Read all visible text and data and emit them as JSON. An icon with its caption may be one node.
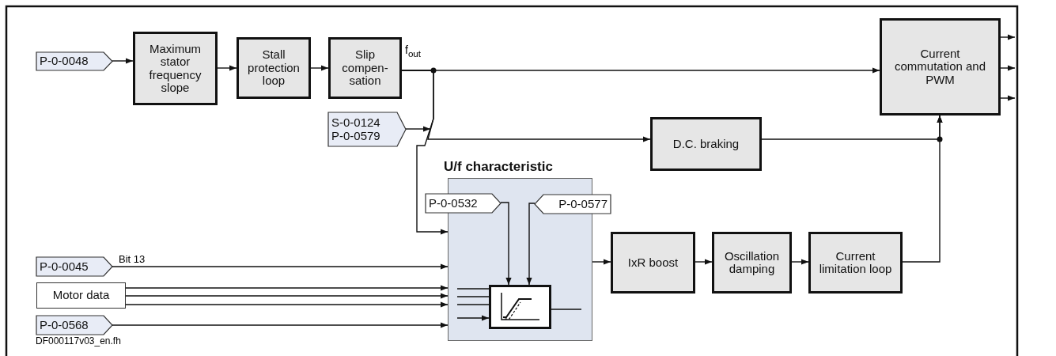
{
  "diagram": {
    "nodes": [
      {
        "text": [
          "P-0-0048"
        ]
      },
      {
        "text": [
          "Maximum stator frequency slope"
        ]
      },
      {
        "text": [
          "Stall protection loop"
        ]
      },
      {
        "text": [
          "Slip compen- sation"
        ],
        "beside": [
          "f$_{out}$"
        ]
      },
      {
        "text": [
          "Current commutation and PWM"
        ]
      },
      {
        "text": [
          "S-0-0124",
          "P-0-0579"
        ]
      },
      {
        "text": [
          "D.C. braking"
        ]
      },
      {
        "text": [
          "U/f characteristic"
        ]
      },
      {
        "text": [
          "P-0-0532"
        ]
      },
      {
        "text": [
          "P-0-0577"
        ]
      },
      {
        "text": [],
        "shape": "box",
        "in": 7
      },
      {
        "text": [
          "P-0-0045"
        ]
      },
      {
        "text": [
          "Motor data"
        ]
      },
      {
        "text": [
          "P-0-0568"
        ]
      },
      {
        "text": [
          "IxR boost"
        ]
      },
      {
        "text": [
          "Oscillation damping"
        ]
      },
      {
        "text": [
          "Current limitation loop"
        ]
      }
    ],
    "edges": [
      {
        "from": 0,
        "to": 1,
        "arrow": "to"
      },
      {
        "from": 1,
        "to": 2,
        "arrow": "to"
      },
      {
        "from": 2,
        "to": 3,
        "arrow": "to"
      },
      {
        "from": 3,
        "to": 4,
        "arrow": "to"
      },
      {
        "from": 3,
        "to": 6,
        "arrow": "to"
      },
      {
        "from": 3,
        "to": 7,
        "arrow": "to"
      },
      {
        "from": 5,
        "to": null,
        "arrow": "to"
      },
      {
        "from": 6,
        "to": 4,
        "arrow": "to"
      },
      {
        "from": 16,
        "to": 4,
        "arrow": "to"
      },
      {
        "from": 7,
        "to": 14,
        "arrow": "to"
      },
      {
        "from": 14,
        "to": 15,
        "arrow": "to"
      },
      {
        "from": 15,
        "to": 16,
        "arrow": "to"
      },
      {
        "from": 8,
        "to": 10,
        "arrow": "to"
      },
      {
        "from": 9,
        "to": 10,
        "arrow": "to"
      },
      {
        "from": 11,
        "to": 7,
        "arrow": "to",
        "label": "Bit 13"
      },
      {
        "from": 12,
        "to": 7,
        "arrow": "to"
      },
      {
        "from": 12,
        "to": 7,
        "arrow": "to"
      },
      {
        "from": 12,
        "to": 7,
        "arrow": "to"
      },
      {
        "from": 13,
        "to": 7,
        "arrow": "to"
      },
      {
        "from": 7,
        "to": 10,
        "arrow": "none"
      },
      {
        "from": 7,
        "to": 10,
        "arrow": "none"
      },
      {
        "from": 7,
        "to": 10,
        "arrow": "none"
      },
      {
        "from": 7,
        "to": 10,
        "arrow": "to"
      },
      {
        "from": 10,
        "to": null,
        "arrow": "none"
      },
      {
        "from": 4,
        "to": null,
        "arrow": "to"
      },
      {
        "from": 4,
        "to": null,
        "arrow": "to"
      },
      {
        "from": 4,
        "to": null,
        "arrow": "to"
      }
    ],
    "labels": [
      "DF000117v03_en.fh"
    ]
  }
}
